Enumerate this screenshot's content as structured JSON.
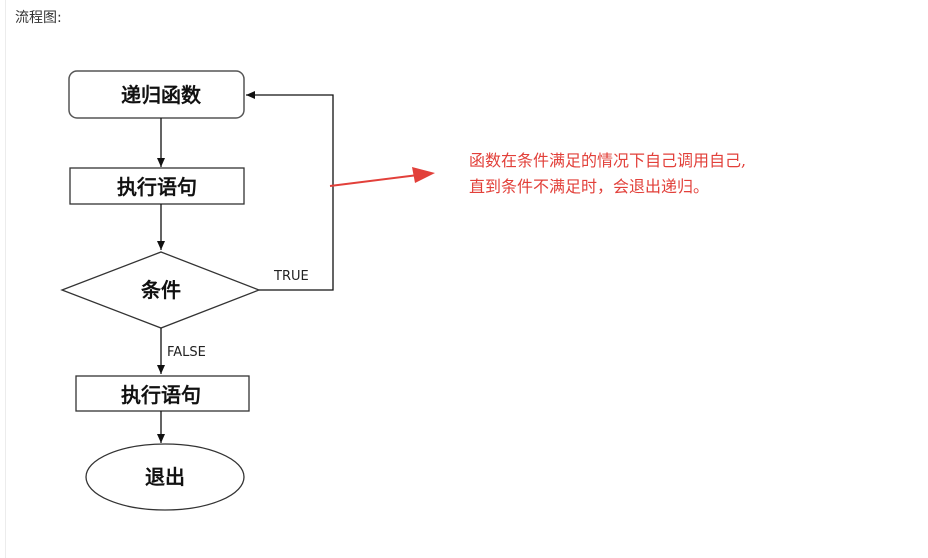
{
  "heading": "流程图:",
  "flowchart": {
    "nodes": {
      "recursive_function": "递归函数",
      "execute_statement_1": "执行语句",
      "condition": "条件",
      "execute_statement_2": "执行语句",
      "exit": "退出"
    },
    "edges": {
      "true_label": "TRUE",
      "false_label": "FALSE"
    }
  },
  "annotation": {
    "line1": "函数在条件满足的情况下自己调用自己,",
    "line2": "直到条件不满足时，会退出递归。",
    "color": "#e2403a"
  }
}
